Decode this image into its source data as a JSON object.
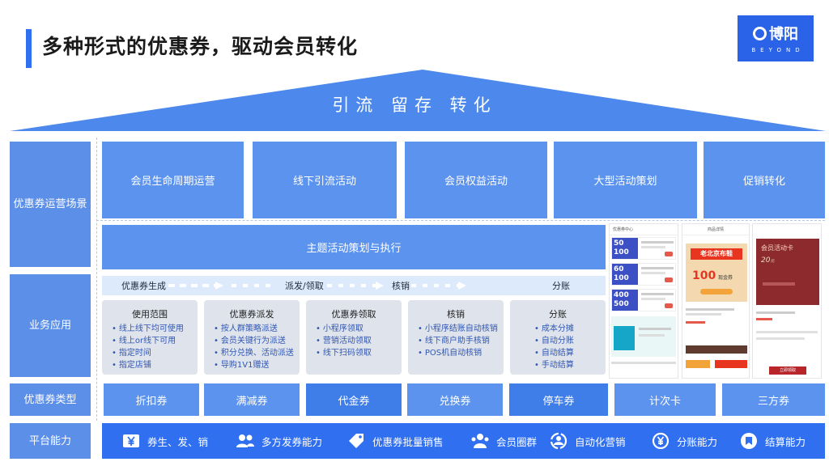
{
  "header": {
    "title": "多种形式的优惠券，驱动会员转化",
    "logo": {
      "name": "博阳",
      "sub": "BEYOND"
    }
  },
  "roof": {
    "text": "引流 留存 转化"
  },
  "left_labels": [
    "优惠券运营场景",
    "业务应用",
    "优惠券类型",
    "平台能力"
  ],
  "scenes": [
    "会员生命周期运营",
    "线下引流活动",
    "会员权益活动",
    "大型活动策划",
    "促销转化"
  ],
  "theme": "主题活动策划与执行",
  "flow": [
    "优惠券生成",
    "派发/领取",
    "核销",
    "分账"
  ],
  "cards": [
    {
      "title": "使用范围",
      "items": [
        "线上线下均可使用",
        "线上or线下可用",
        "指定时间",
        "指定店铺"
      ]
    },
    {
      "title": "优惠券派发",
      "items": [
        "按人群策略派送",
        "会员关键行为派送",
        "积分兑换、活动派送",
        "导购1V1赠送"
      ]
    },
    {
      "title": "优惠券领取",
      "items": [
        "小程序领取",
        "营销活动领取",
        "线下扫码领取"
      ]
    },
    {
      "title": "核销",
      "items": [
        "小程序结账自动核销",
        "线下商户助手核销",
        "POS机自动核销"
      ]
    },
    {
      "title": "分账",
      "items": [
        "成本分摊",
        "自动分账",
        "自动结算",
        "手动结算"
      ]
    }
  ],
  "coupon_types": [
    "折扣券",
    "满减券",
    "代金券",
    "兑换券",
    "停车券",
    "计次卡",
    "三方券"
  ],
  "platform": [
    {
      "label": "券生、发、销",
      "icon": "yen-icon"
    },
    {
      "label": "多方发券能力",
      "icon": "users-icon"
    },
    {
      "label": "优惠券批量销售",
      "icon": "tag-icon"
    },
    {
      "label": "会员圈群",
      "icon": "group-icon"
    },
    {
      "label": "自动化营销",
      "icon": "automation-icon"
    },
    {
      "label": "分账能力",
      "icon": "yen-circle-icon"
    },
    {
      "label": "结算能力",
      "icon": "settlement-icon"
    }
  ],
  "screenshots": {
    "s1": {
      "title": "优惠券中心",
      "tiles": [
        "50",
        "60",
        "400"
      ],
      "tile_units": [
        "100",
        "100",
        "500"
      ]
    },
    "s2": {
      "title": "商品详情",
      "banner": "老北京布鞋",
      "amount": "100",
      "unit": "现金券"
    },
    "s3": {
      "title": "会员活动卡",
      "value": "20",
      "unit": "元",
      "button": "立即领取"
    }
  },
  "colors": {
    "primary": "#2f6ff0",
    "block": "#5b93ee",
    "label": "#5c8fe8",
    "flow_bg": "#dceafb",
    "card_bg": "#dfe4ec",
    "card_text": "#2f56b5"
  }
}
